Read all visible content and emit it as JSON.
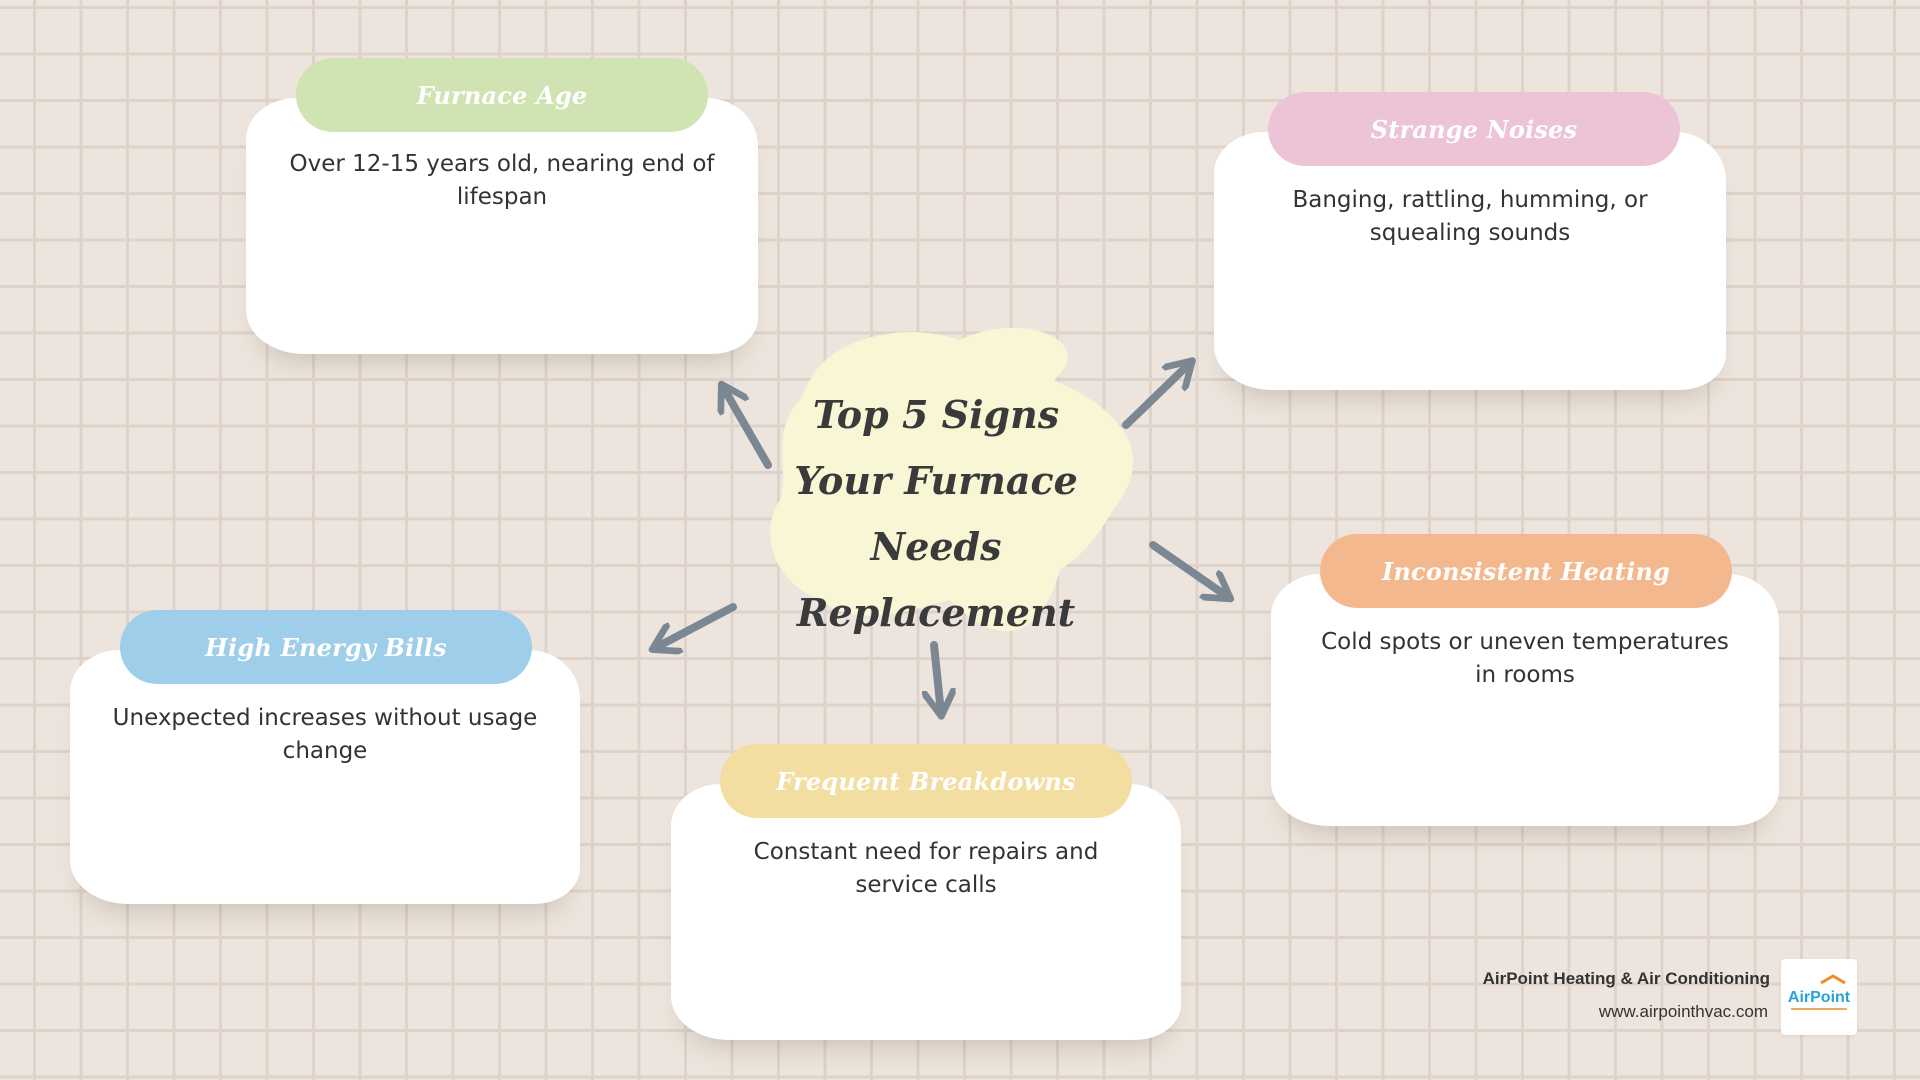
{
  "title": "Top 5 Signs Your Furnace Needs Replacement",
  "signs": [
    {
      "id": "furnace-age",
      "title": "Furnace Age",
      "description": "Over 12-15 years old, nearing end of lifespan",
      "color": "#cfe3b3"
    },
    {
      "id": "strange-noises",
      "title": "Strange Noises",
      "description": "Banging, rattling, humming, or squealing sounds",
      "color": "#ecc4d6"
    },
    {
      "id": "inconsistent-heating",
      "title": "Inconsistent Heating",
      "description": "Cold spots or uneven temperatures in rooms",
      "color": "#f3b88e"
    },
    {
      "id": "frequent-breakdowns",
      "title": "Frequent Breakdowns",
      "description": "Constant need for repairs and service calls",
      "color": "#f2dea0"
    },
    {
      "id": "high-energy-bills",
      "title": "High Energy Bills",
      "description": "Unexpected increases without usage change",
      "color": "#9ecee9"
    }
  ],
  "center_color": "#f8f6d5",
  "arrow_color": "#7b8792",
  "footer": {
    "company": "AirPoint Heating & Air Conditioning",
    "website": "www.airpointhvac.com",
    "logo_text": "AirPoint"
  }
}
